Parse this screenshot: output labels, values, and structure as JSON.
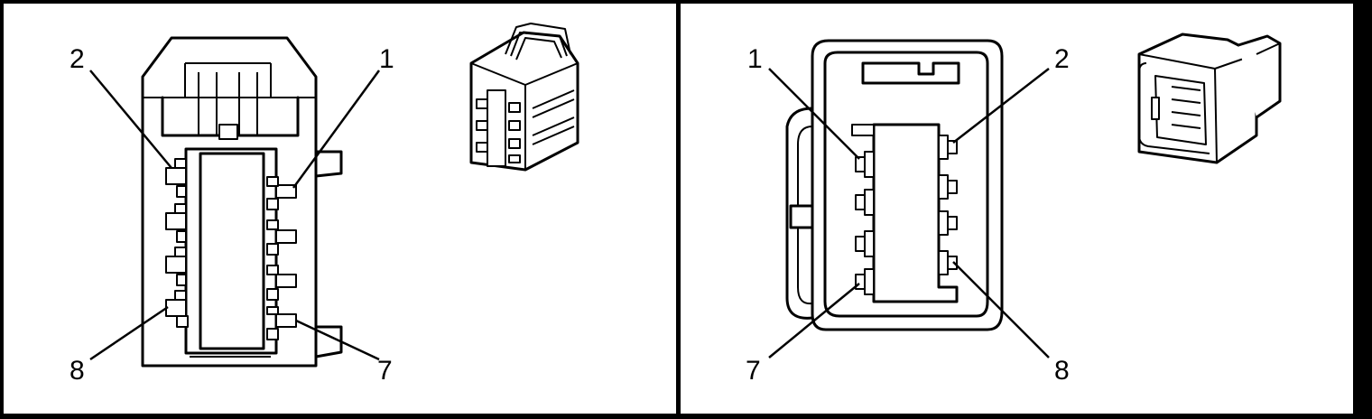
{
  "panels": [
    {
      "id": "left",
      "pin_labels": [
        {
          "id": "pin-2",
          "text": "2"
        },
        {
          "id": "pin-1",
          "text": "1"
        },
        {
          "id": "pin-8",
          "text": "8"
        },
        {
          "id": "pin-7",
          "text": "7"
        }
      ]
    },
    {
      "id": "right",
      "pin_labels": [
        {
          "id": "pin-1",
          "text": "1"
        },
        {
          "id": "pin-2",
          "text": "2"
        },
        {
          "id": "pin-7",
          "text": "7"
        },
        {
          "id": "pin-8",
          "text": "8"
        }
      ]
    }
  ],
  "colors": {
    "background": "#ffffff",
    "line": "#000000",
    "frame": "#000000"
  }
}
